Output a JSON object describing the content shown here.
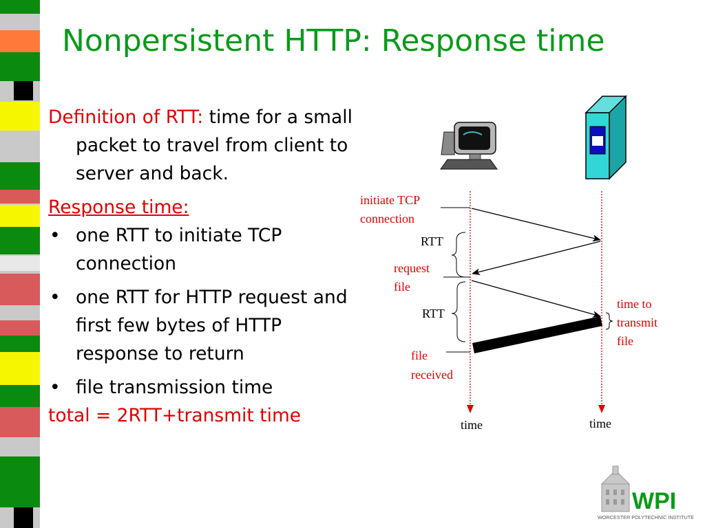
{
  "slide": {
    "title": "Nonpersistent HTTP: Response time",
    "definition": {
      "term": "Definition of RTT:",
      "text": "time for a small packet to travel from client to server and back."
    },
    "response_heading": "Response time:",
    "bullets": [
      "one RTT to initiate TCP connection",
      "one RTT for HTTP request and first few bytes of HTTP response to return",
      "file transmission time"
    ],
    "total": "total = 2RTT+transmit time"
  },
  "diagram": {
    "labels": {
      "initiate_line1": "initiate TCP",
      "initiate_line2": "connection",
      "rtt1": "RTT",
      "request_line1": "request",
      "request_line2": "file",
      "rtt2": "RTT",
      "transmit_line1": "time to",
      "transmit_line2": "transmit",
      "transmit_line3": "file",
      "received_line1": "file",
      "received_line2": "received",
      "time_client": "time",
      "time_server": "time"
    },
    "icons": [
      "client-computer-icon",
      "server-icon"
    ]
  },
  "logo": {
    "text": "WPI",
    "subtitle": "WORCESTER POLYTECHNIC INSTITUTE"
  },
  "colors": {
    "title": "#0a9a1a",
    "accent_red": "#e00000",
    "timeline": "#e00000"
  }
}
